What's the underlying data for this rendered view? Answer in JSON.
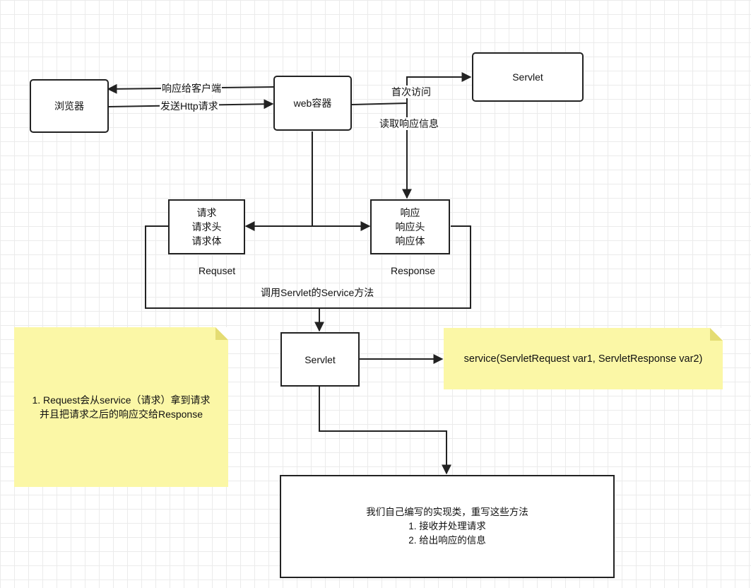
{
  "nodes": {
    "browser": "浏览器",
    "web_container": "web容器",
    "servlet_top": "Servlet",
    "request_box": [
      "请求",
      "请求头",
      "请求体"
    ],
    "response_box": [
      "响应",
      "响应头",
      "响应体"
    ],
    "servlet_mid": "Servlet",
    "implementation": [
      "我们自己编写的实现类，重写这些方法",
      "1. 接收并处理请求",
      "2. 给出响应的信息"
    ]
  },
  "labels": {
    "respond_to_client": "响应给客户端",
    "send_http_request": "发送Http请求",
    "first_visit": "首次访问",
    "read_response_info": "读取响应信息",
    "request_caption": "Requset",
    "response_caption": "Response",
    "call_service": "调用Servlet的Service方法"
  },
  "notes": {
    "left_note": [
      "1. Request会从service（请求）拿到请求",
      "并且把请求之后的响应交给Response"
    ],
    "right_note": "service(ServletRequest var1, ServletResponse var2)"
  },
  "colors": {
    "line": "#222222",
    "note_fill": "#fbf7a6",
    "note_fold": "#e4dc73",
    "grid": "#ebebeb"
  }
}
